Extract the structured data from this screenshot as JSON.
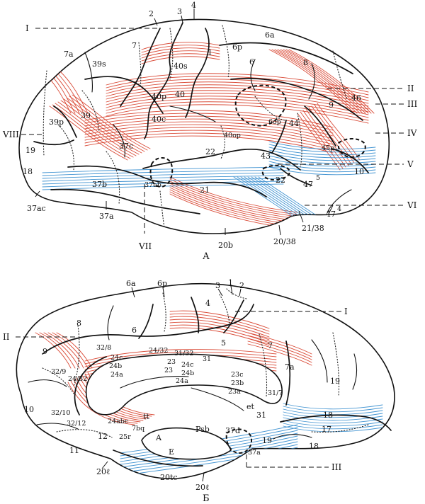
{
  "panels": {
    "lateral": {
      "caption": "А"
    },
    "medial": {
      "caption": "Б"
    }
  },
  "colors": {
    "fiber_red": "#d8432f",
    "fiber_blue": "#3a8fd0",
    "outline": "#111111"
  },
  "lateral_labels": [
    "2",
    "3",
    "4",
    "7",
    "6a",
    "7a",
    "6p",
    "1",
    "39s",
    "40s",
    "6",
    "8",
    "46",
    "40p",
    "40",
    "39",
    "39p",
    "40c",
    "9",
    "6op",
    "44",
    "40op",
    "37c",
    "22",
    "45p",
    "19",
    "43",
    "18",
    "37ab",
    "22",
    "10",
    "37b",
    "47",
    "5",
    "21",
    "37ac",
    "37a",
    "47",
    "4",
    "21/38",
    "20/38",
    "20b"
  ],
  "lateral_refs": [
    "I",
    "II",
    "III",
    "IV",
    "V",
    "VI",
    "VII",
    "VIII"
  ],
  "medial_labels": [
    "6a",
    "6p",
    "3",
    "1",
    "2",
    "4",
    "8",
    "6",
    "5",
    "7",
    "32/8",
    "9",
    "24/32",
    "31/32",
    "31",
    "24c",
    "24b",
    "24a",
    "23",
    "24c",
    "24b",
    "23",
    "24a",
    "23c",
    "23b",
    "23a",
    "7a",
    "19",
    "32/9",
    "24/32",
    "31/7",
    "10",
    "32/10",
    "32/12",
    "24abc",
    "tt",
    "7bq",
    "12",
    "25r",
    "et",
    "31",
    "18",
    "11",
    "Psb",
    "37d",
    "17",
    "A",
    "E",
    "19",
    "18",
    "37a",
    "20ℓ",
    "20tc",
    "20ℓ"
  ],
  "medial_refs": [
    "I",
    "II",
    "III"
  ]
}
